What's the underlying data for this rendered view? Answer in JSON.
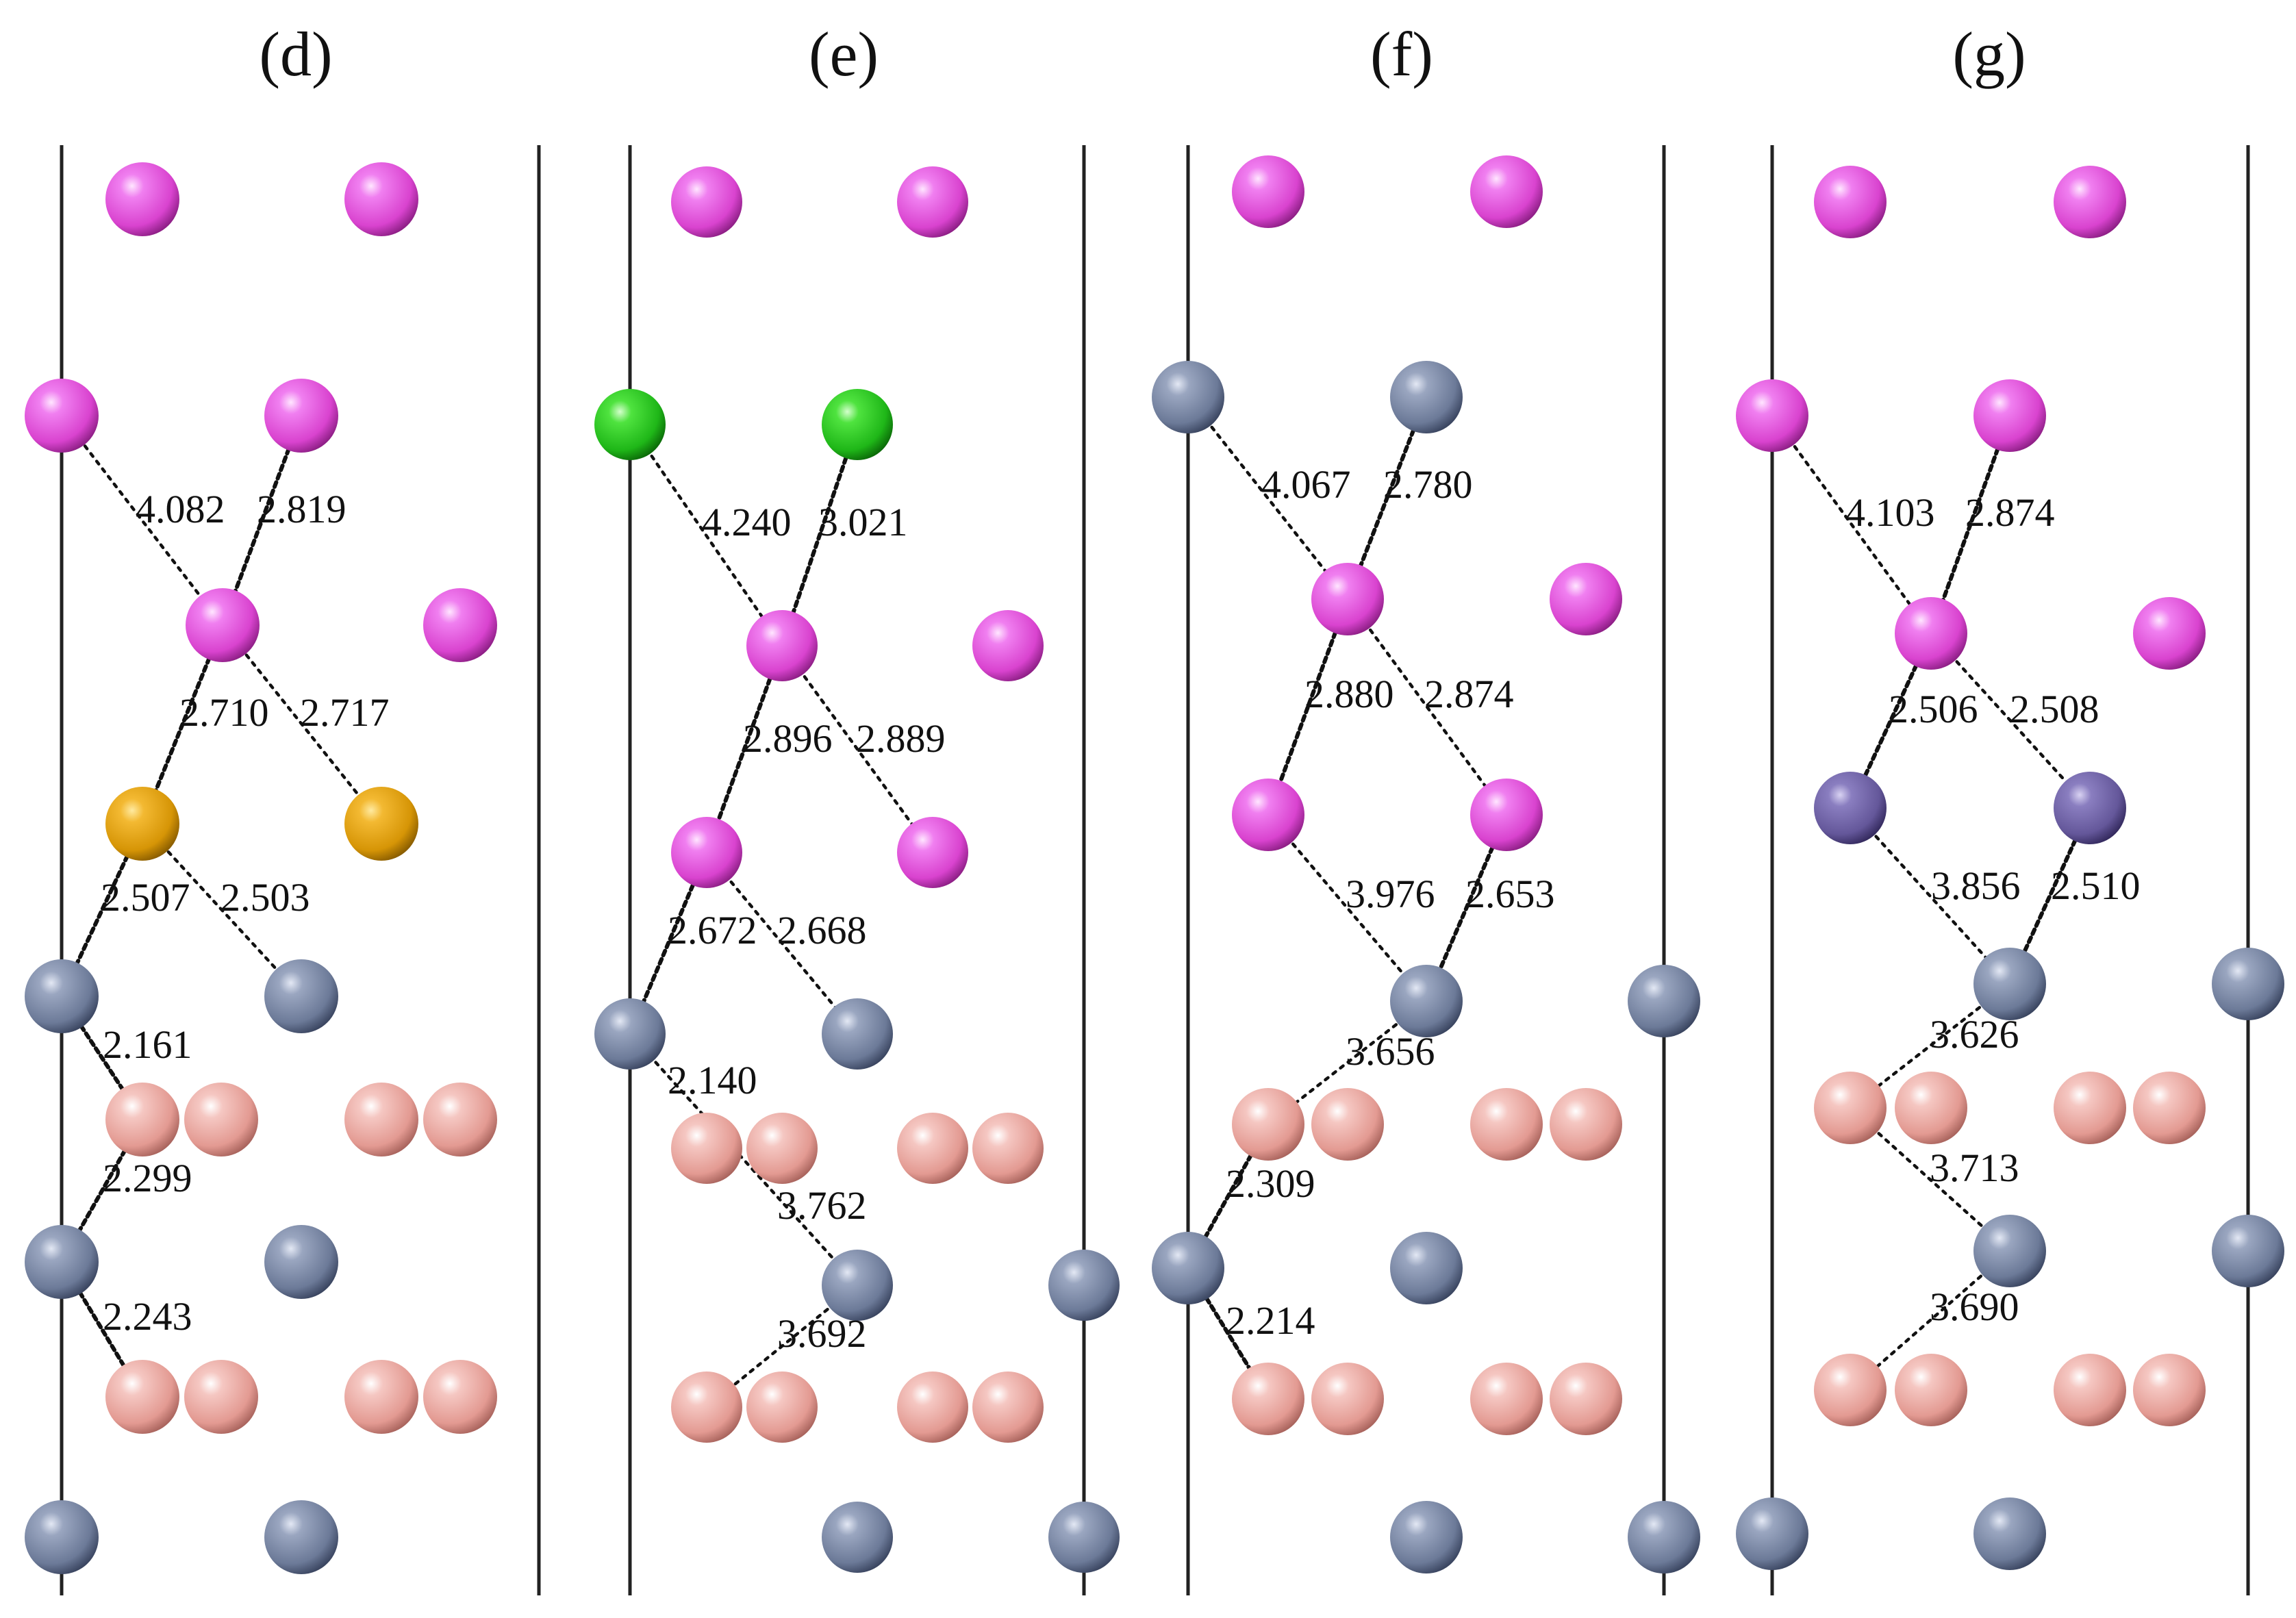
{
  "colors": {
    "magenta": "#e04fd6",
    "slate": "#6f7e9c",
    "salmon": "#e8a19a",
    "gold": "#d99a08",
    "green": "#22c11a",
    "violet": "#6a5c9e"
  },
  "panels": [
    {
      "id": "d",
      "title": "(d)",
      "distances": [
        "4.082",
        "2.819",
        "2.710",
        "2.717",
        "2.507",
        "2.503",
        "2.161",
        "2.299",
        "2.243"
      ]
    },
    {
      "id": "e",
      "title": "(e)",
      "distances": [
        "4.240",
        "3.021",
        "2.896",
        "2.889",
        "2.672",
        "2.668",
        "2.140",
        "3.762",
        "3.692"
      ]
    },
    {
      "id": "f",
      "title": "(f)",
      "distances": [
        "4.067",
        "2.780",
        "2.880",
        "2.874",
        "3.976",
        "2.653",
        "3.656",
        "2.309",
        "2.214"
      ]
    },
    {
      "id": "g",
      "title": "(g)",
      "distances": [
        "4.103",
        "2.874",
        "2.506",
        "2.508",
        "3.856",
        "2.510",
        "3.626",
        "3.713",
        "3.690"
      ]
    }
  ]
}
